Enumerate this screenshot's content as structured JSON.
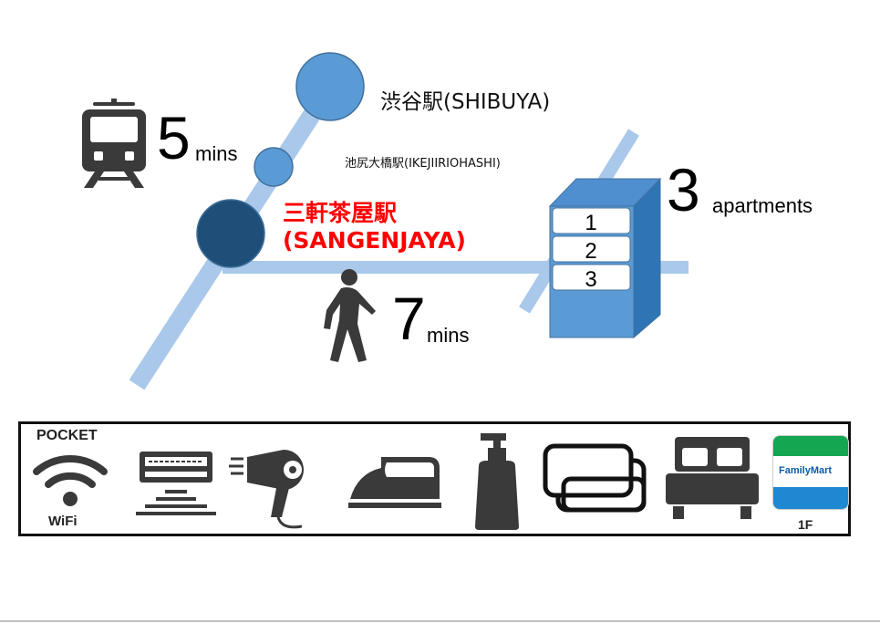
{
  "map": {
    "colors": {
      "rail": "#a9c8ea",
      "station_light": "#5b9bd5",
      "station_dark": "#1f4e79",
      "building_front": "#5b9bd5",
      "building_side": "#2e75b6",
      "building_top": "#4f8fd0",
      "icon": "#3a3a3a",
      "highlight": "#ff0000"
    },
    "stations": {
      "shibuya": "渋谷駅(SHIBUYA)",
      "ikejiri": "池尻大橋駅(IKEJIIRIOHASHI)",
      "sangenjaya_jp": "三軒茶屋駅",
      "sangenjaya_en": "(SANGENJAYA)"
    },
    "train": {
      "icon": "train-icon",
      "number": "5",
      "unit": "mins"
    },
    "walk": {
      "icon": "walking-person-icon",
      "number": "7",
      "unit": "mins"
    },
    "apartments": {
      "number": "3",
      "unit": "apartments",
      "floors": [
        "1",
        "2",
        "3"
      ]
    }
  },
  "amenities": [
    {
      "icon": "wifi-icon",
      "top_label": "POCKET",
      "bottom_label": "WiFi"
    },
    {
      "icon": "air-conditioner-icon"
    },
    {
      "icon": "hair-dryer-icon"
    },
    {
      "icon": "iron-icon"
    },
    {
      "icon": "pump-bottle-icon"
    },
    {
      "icon": "towels-icon"
    },
    {
      "icon": "bed-icon"
    },
    {
      "icon": "familymart-icon",
      "name": "FamilyMart",
      "bottom_label": "1F",
      "colors": {
        "green": "#14a651",
        "blue": "#1e88d2"
      }
    }
  ]
}
